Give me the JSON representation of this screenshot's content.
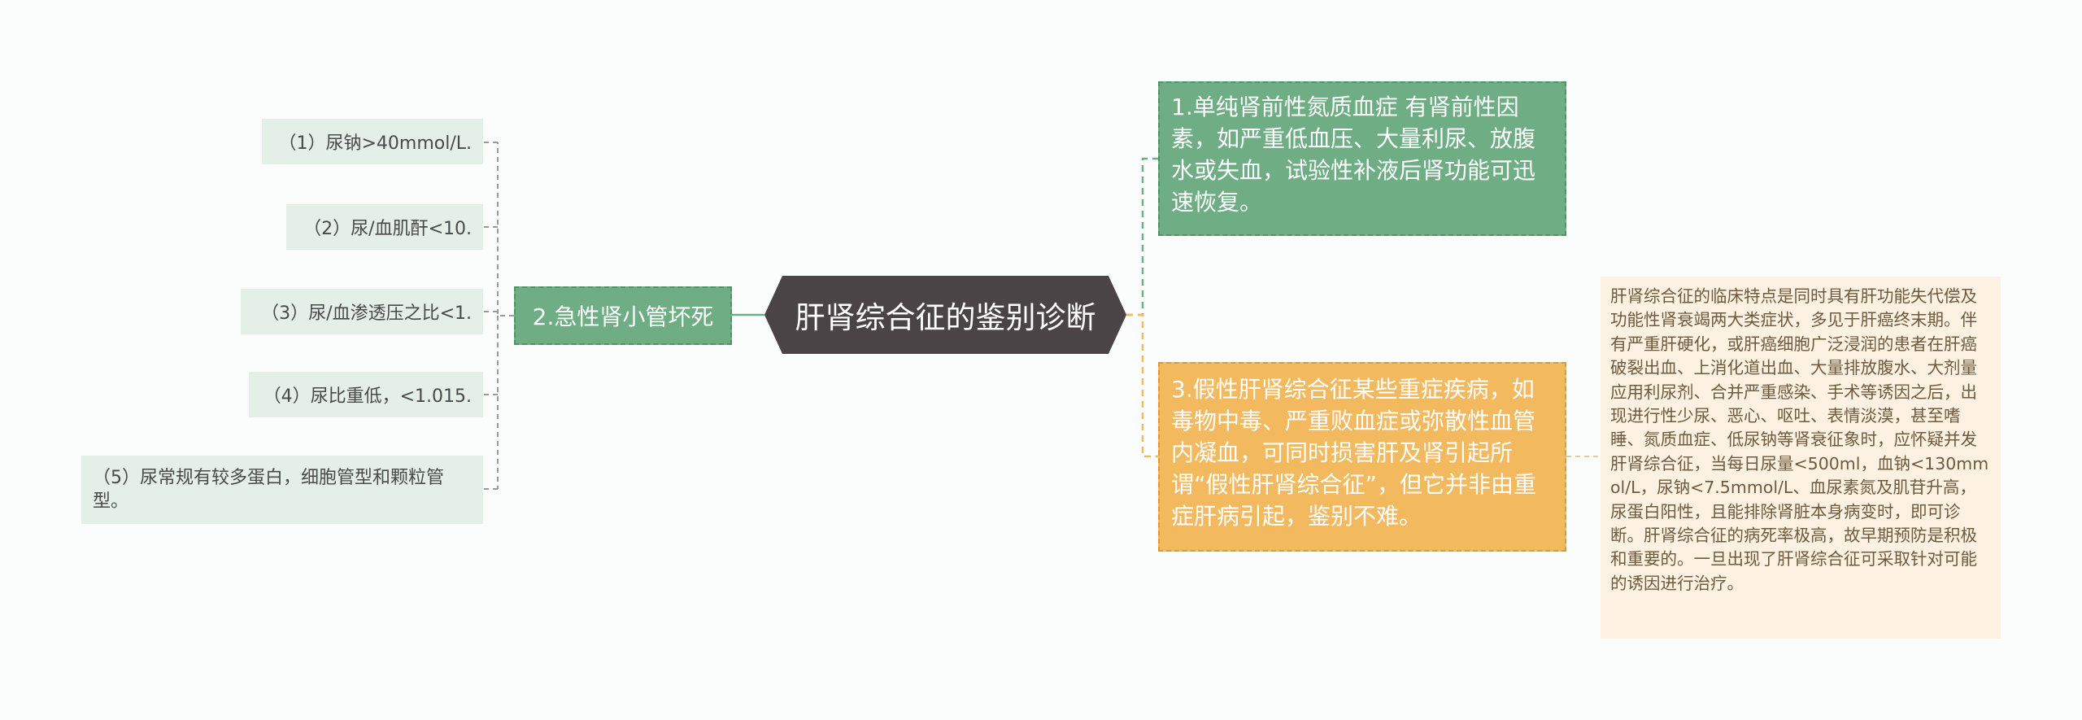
{
  "root": {
    "label": "肝肾综合征的鉴别诊断"
  },
  "branches": [
    {
      "label": "1.单纯肾前性氮质血症 有肾前性因素，如严重低血压、大量利尿、放腹水或失血，试验性补液后肾功能可迅速恢复。"
    },
    {
      "label": "2.急性肾小管坏死",
      "children": [
        {
          "label": "（1）尿钠>40mmol/L."
        },
        {
          "label": "（2）尿/血肌酐<10."
        },
        {
          "label": "（3）尿/血渗透压之比<1."
        },
        {
          "label": "（4）尿比重低，<1.015."
        },
        {
          "label": "（5）尿常规有较多蛋白，细胞管型和颗粒管型。"
        }
      ]
    },
    {
      "label": "3.假性肝肾综合征某些重症疾病，如毒物中毒、严重败血症或弥散性血管内凝血，可同时损害肝及肾引起所谓“假性肝肾综合征”，但它并非由重症肝病引起，鉴别不难。",
      "note": "肝肾综合征的临床特点是同时具有肝功能失代偿及功能性肾衰竭两大类症状，多见于肝癌终末期。伴有严重肝硬化，或肝癌细胞广泛浸润的患者在肝癌破裂出血、上消化道出血、大量排放腹水、大剂量应用利尿剂、合并严重感染、手术等诱因之后，出现进行性少尿、恶心、呕吐、表情淡漠，甚至嗜睡、氮质血症、低尿钠等肾衰征象时，应怀疑并发肝肾综合征，当每日尿量<500ml，血钠<130mmol/L，尿钠<7.5mmol/L、血尿素氮及肌苷升高，尿蛋白阳性，且能排除肾脏本身病变时，即可诊断。肝肾综合征的病死率极高，故早期预防是积极和重要的。一旦出现了肝肾综合征可采取针对可能的诱因进行治疗。"
    }
  ],
  "colors": {
    "root_bg": "#4a4446",
    "green": "#6fae84",
    "orange": "#f3b95f",
    "leaf_bg": "#e3efe7",
    "note_bg": "#fdf1e1"
  }
}
